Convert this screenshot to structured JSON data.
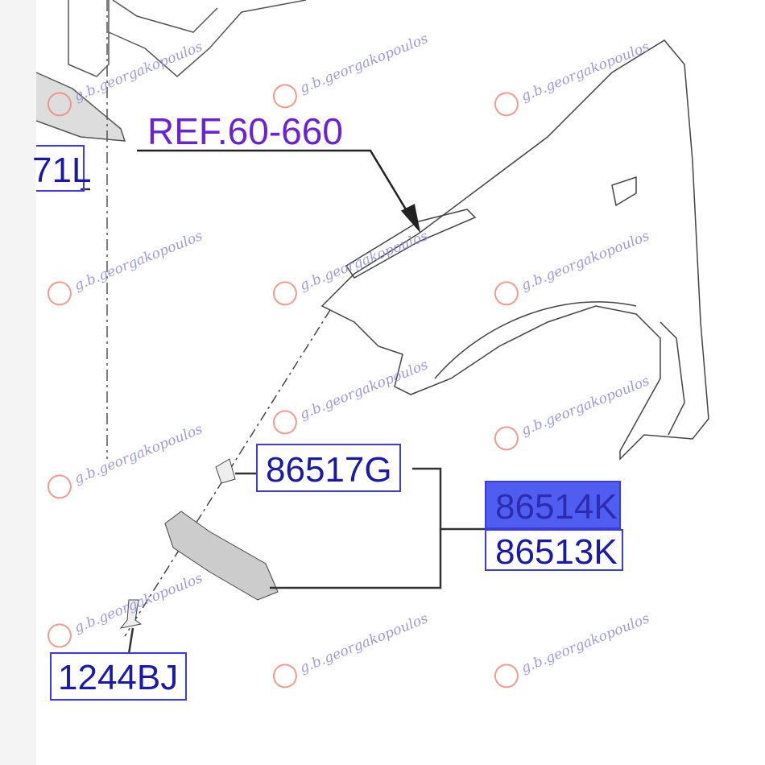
{
  "diagram": {
    "reference_label": "REF.60-660",
    "part_labels": {
      "left_cut": "71L",
      "clip": "86517G",
      "bracket_rh": "86514K",
      "bracket_lh": "86513K",
      "screw": "1244BJ"
    },
    "highlight_color": "#4f5ef0",
    "label_color": "#1a1aa8",
    "ref_color": "#6a22d4"
  },
  "watermark": {
    "text": "g.b.georgakopoulos"
  }
}
